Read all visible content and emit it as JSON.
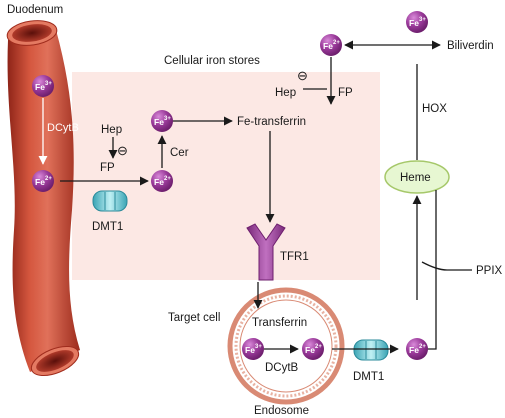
{
  "labels": {
    "duodenum": "Duodenum",
    "cellular_iron_stores": "Cellular iron stores",
    "dcytb_gut": "DCytB",
    "hep_left": "Hep",
    "fp_left": "FP",
    "cer": "Cer",
    "dmt1_gut": "DMT1",
    "fe_transferrin": "Fe-transferrin",
    "hep_right": "Hep",
    "fp_right": "FP",
    "biliverdin": "Biliverdin",
    "hox": "HOX",
    "heme": "Heme",
    "tfr1": "TFR1",
    "ppix": "PPIX",
    "target_cell": "Target cell",
    "transferrin": "Transferrin",
    "dcytb_endo": "DCytB",
    "dmt1_endo": "DMT1",
    "endosome": "Endosome",
    "inhibit_symbol": "⊖"
  },
  "ions": {
    "fe3_base": "Fe",
    "fe3_charge": "3+",
    "fe2_base": "Fe",
    "fe2_charge": "2+"
  },
  "colors": {
    "ion": "#8e2a8e",
    "ion_highlight": "#d27ad2",
    "vessel": "#c8432f",
    "vessel_light": "#e0715a",
    "vessel_dark": "#8e2418",
    "cell_bg": "#fce8e4",
    "transporter": "#7ed3dc",
    "heme_fill": "#e7f7d2",
    "heme_stroke": "#a6c86a",
    "receptor": "#a74aa7",
    "endosome_ring": "#d98a74"
  }
}
